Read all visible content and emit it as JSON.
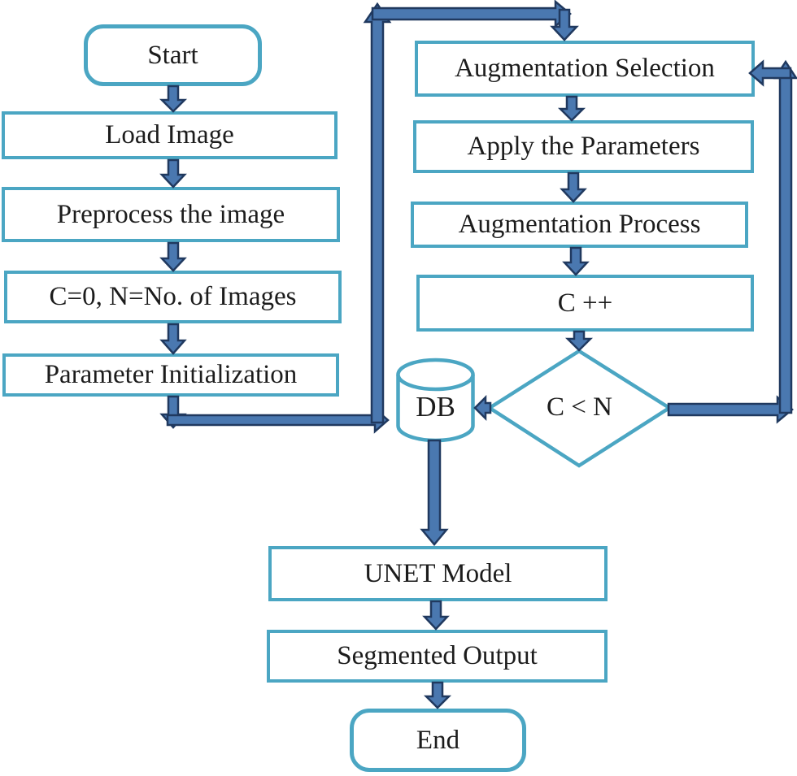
{
  "diagram": {
    "type": "flowchart",
    "colors": {
      "node_border": "#4ba6c3",
      "node_fill": "#ffffff",
      "arrow_fill": "#4a78b0",
      "arrow_outline": "#20395f",
      "text": "#1c1c1c",
      "background": "#ffffff"
    },
    "nodes": {
      "start": {
        "label": "Start",
        "shape": "rounded-rect"
      },
      "load_image": {
        "label": "Load Image",
        "shape": "rect"
      },
      "preprocess": {
        "label": "Preprocess the image",
        "shape": "rect"
      },
      "init_counters": {
        "label": "C=0, N=No. of Images",
        "shape": "rect"
      },
      "param_init": {
        "label": "Parameter Initialization",
        "shape": "rect"
      },
      "aug_selection": {
        "label": "Augmentation Selection",
        "shape": "rect"
      },
      "apply_params": {
        "label": "Apply the Parameters",
        "shape": "rect"
      },
      "aug_process": {
        "label": "Augmentation Process",
        "shape": "rect"
      },
      "increment": {
        "label": "C ++",
        "shape": "rect"
      },
      "decision": {
        "label": "C < N",
        "shape": "diamond"
      },
      "db": {
        "label": "DB",
        "shape": "cylinder"
      },
      "unet": {
        "label": "UNET Model",
        "shape": "rect"
      },
      "segmented": {
        "label": "Segmented Output",
        "shape": "rect"
      },
      "end": {
        "label": "End",
        "shape": "rounded-rect"
      }
    },
    "edges": [
      {
        "from": "start",
        "to": "load_image"
      },
      {
        "from": "load_image",
        "to": "preprocess"
      },
      {
        "from": "preprocess",
        "to": "init_counters"
      },
      {
        "from": "init_counters",
        "to": "param_init"
      },
      {
        "from": "param_init",
        "to": "aug_selection"
      },
      {
        "from": "aug_selection",
        "to": "apply_params"
      },
      {
        "from": "apply_params",
        "to": "aug_process"
      },
      {
        "from": "aug_process",
        "to": "increment"
      },
      {
        "from": "increment",
        "to": "decision"
      },
      {
        "from": "decision",
        "to": "aug_selection"
      },
      {
        "from": "decision",
        "to": "db"
      },
      {
        "from": "db",
        "to": "unet"
      },
      {
        "from": "unet",
        "to": "segmented"
      },
      {
        "from": "segmented",
        "to": "end"
      }
    ]
  }
}
